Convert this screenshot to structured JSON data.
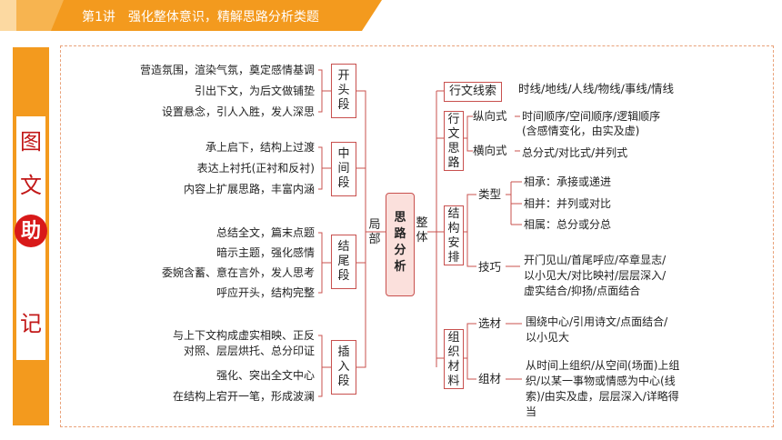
{
  "header": {
    "title": "第1讲　强化整体意识，精解思路分析类题"
  },
  "sidebar": {
    "chars": [
      "图",
      "文",
      "助",
      "记"
    ]
  },
  "left": {
    "groups": [
      {
        "label": "开头段",
        "items": [
          "营造氛围，渲染气氛，奠定感情基调",
          "引出下文，为后文做铺垫",
          "设置悬念，引人入胜，发人深思"
        ]
      },
      {
        "label": "中间段",
        "items": [
          "承上启下，结构上过渡",
          "表达上衬托(正衬和反衬)",
          "内容上扩展思路，丰富内涵"
        ]
      },
      {
        "label": "结尾段",
        "items": [
          "总结全文，篇末点题",
          "暗示主题，强化感情",
          "委婉含蓄、意在言外，发人思考",
          "呼应开头，结构完整"
        ]
      },
      {
        "label": "插入段",
        "items": [
          "与上下文构成虚实相映、正反",
          "对照、层层烘托、总分印证",
          "强化、突出全文中心",
          "在结构上宕开一笔，形成波澜"
        ]
      }
    ],
    "branch_label": "局部"
  },
  "center": {
    "label": "思路分析"
  },
  "right": {
    "branch_label": "整体",
    "xingwen": {
      "label": "行文线索",
      "text": "时线/地线/人线/物线/事线/情线"
    },
    "silu": {
      "label": "行文思路",
      "zong": {
        "label": "纵向式",
        "text1": "时间顺序/空间顺序/逻辑顺序",
        "text2": "(含感情变化，由实及虚)"
      },
      "heng": {
        "label": "横向式",
        "text": "总分式/对比式/并列式"
      }
    },
    "jiegou": {
      "label": "结构安排",
      "leixing": {
        "label": "类型",
        "items": [
          "相承：承接或递进",
          "相并：并列或对比",
          "相属：总分或分总"
        ]
      },
      "jiqiao": {
        "label": "技巧",
        "lines": [
          "开门见山/首尾呼应/卒章显志/",
          "以小见大/对比映衬/层层深入/",
          "虚实结合/抑扬/点面结合"
        ]
      }
    },
    "zuzhi": {
      "label": "组织材料",
      "xuancai": {
        "label": "选材",
        "lines": [
          "围绕中心/引用诗文/点面结合/",
          "以小见大"
        ]
      },
      "zucai": {
        "label": "组材",
        "lines": [
          "从时间上组织/从空间(场面)上组",
          "织/以某一事物或情感为中心(线",
          "索)/由实及虚，层层深入/详略得",
          "当"
        ]
      }
    }
  }
}
